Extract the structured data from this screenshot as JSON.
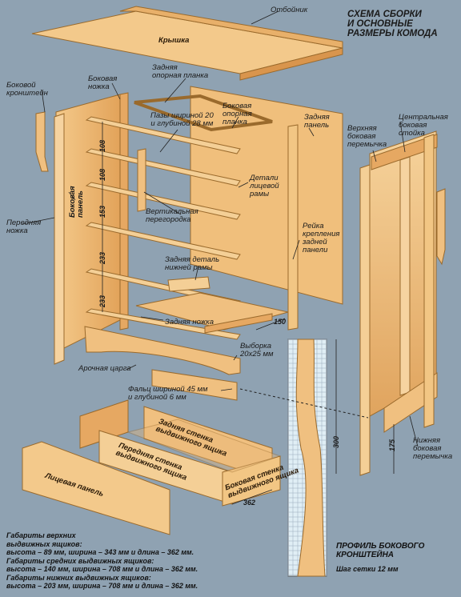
{
  "title": "СХЕМА СБОРКИ\nИ ОСНОВНЫЕ\nРАЗМЕРЫ КОМОДА",
  "labels": {
    "backsplash": "Отбойник",
    "top": "Крышка",
    "side_bracket": "Боковой\nкронштейн",
    "side_leg": "Боковая\nножка",
    "back_support_rail": "Задняя\nопорная планка",
    "slots": "Пазы шириной 20\nи глубиной 28 мм",
    "side_support_rail": "Боковая\nопорная\nпланка",
    "back_panel": "Задняя\nпанель",
    "upper_side_rail": "Верхняя\nбоковая\nперемычка",
    "center_stile": "Центральная\nбоковая\nстойка",
    "front_leg": "Передняя\nножка",
    "side_panel": "Боковая\nпанель",
    "face_frame_parts": "Детали\nлицевой\nрамы",
    "vertical_divider": "Вертикальная\nперегородка",
    "mounting_strip": "Рейка\nкрепления\nзадней\nпанели",
    "rear_bottom_frame": "Задняя деталь\nнижней рамы",
    "back_foot": "Задняя ножка",
    "notch": "Выборка\n20x25 мм",
    "arched_skirt": "Арочная царга",
    "rabbet": "Фальц шириной 45 мм\nи глубиной 6 мм",
    "lower_side_rail": "Нижняя\nбоковая\nперемычка"
  },
  "drawer": {
    "back_wall": "Задняя стенка\nвыдвижного ящика",
    "front_wall": "Передняя стенка\nвыдвижного ящика",
    "side_wall": "Боковая стенка\nвыдвижного ящика",
    "face_panel": "Лицевая панель"
  },
  "dimensions": {
    "d1": "108",
    "d2": "108",
    "d3": "153",
    "d4": "233",
    "d5": "233",
    "d6": "150",
    "d7": "300",
    "d8": "175",
    "d9": "362"
  },
  "notes": "Габариты верхних\nвыдвижных ящиков:\nвысота – 89 мм, ширина – 343 мм и длина – 362 мм.\nГабариты средних выдвижных ящиков:\nвысота – 140 мм, ширина – 708 мм и длина – 362 мм.\nГабариты нижних выдвижных ящиков:\nвысота – 203 мм, ширина – 708 мм и длина – 362 мм.",
  "profile": {
    "title": "ПРОФИЛЬ БОКОВОГО\nКРОНШТЕЙНА",
    "grid_step": "Шаг сетки 12 мм"
  },
  "colors": {
    "background": "#8fa2b2",
    "wood_light": "#f4cf96",
    "wood_dark": "#e0a45e",
    "outline": "#9a6a2c"
  }
}
